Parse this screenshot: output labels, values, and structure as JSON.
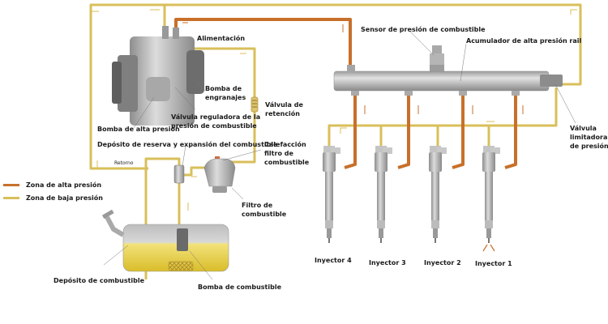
{
  "title": "Sistema de inyección Common Rail",
  "colors": {
    "high_pressure": "#c8702a",
    "low_pressure": "#d8bf5a",
    "metal": "#b8b8b8",
    "fuel": "#e6d04a"
  },
  "legend": [
    {
      "label": "Zona de alta presión",
      "color_key": "high_pressure"
    },
    {
      "label": "Zona de baja presión",
      "color_key": "low_pressure"
    }
  ],
  "labels": {
    "alimentacion": "Alimentación",
    "bomba_engranajes": [
      "Bomba de",
      "engranajes"
    ],
    "valvula_reguladora": [
      "Válvula reguladora de la",
      "presión de combustible"
    ],
    "bomba_alta": "Bomba de alta presión",
    "valvula_retencion": [
      "Válvula de",
      "retención"
    ],
    "deposito_reserva": "Depósito de reserva y expansión del combustible",
    "calefaccion": [
      "Calefacción",
      "filtro de",
      "combustible"
    ],
    "retorno": "Retorno",
    "filtro": [
      "Filtro de",
      "combustible"
    ],
    "deposito": "Depósito de combustible",
    "bomba_combustible": "Bomba de combustible",
    "sensor": "Sensor de presión de combustible",
    "acumulador": "Acumulador de alta presión rail",
    "valvula_limitadora": [
      "Válvula",
      "limitadora",
      "de presión"
    ]
  },
  "injectors": [
    {
      "label": "Inyector 4"
    },
    {
      "label": "Inyector 3"
    },
    {
      "label": "Inyector 2"
    },
    {
      "label": "Inyector 1"
    }
  ]
}
